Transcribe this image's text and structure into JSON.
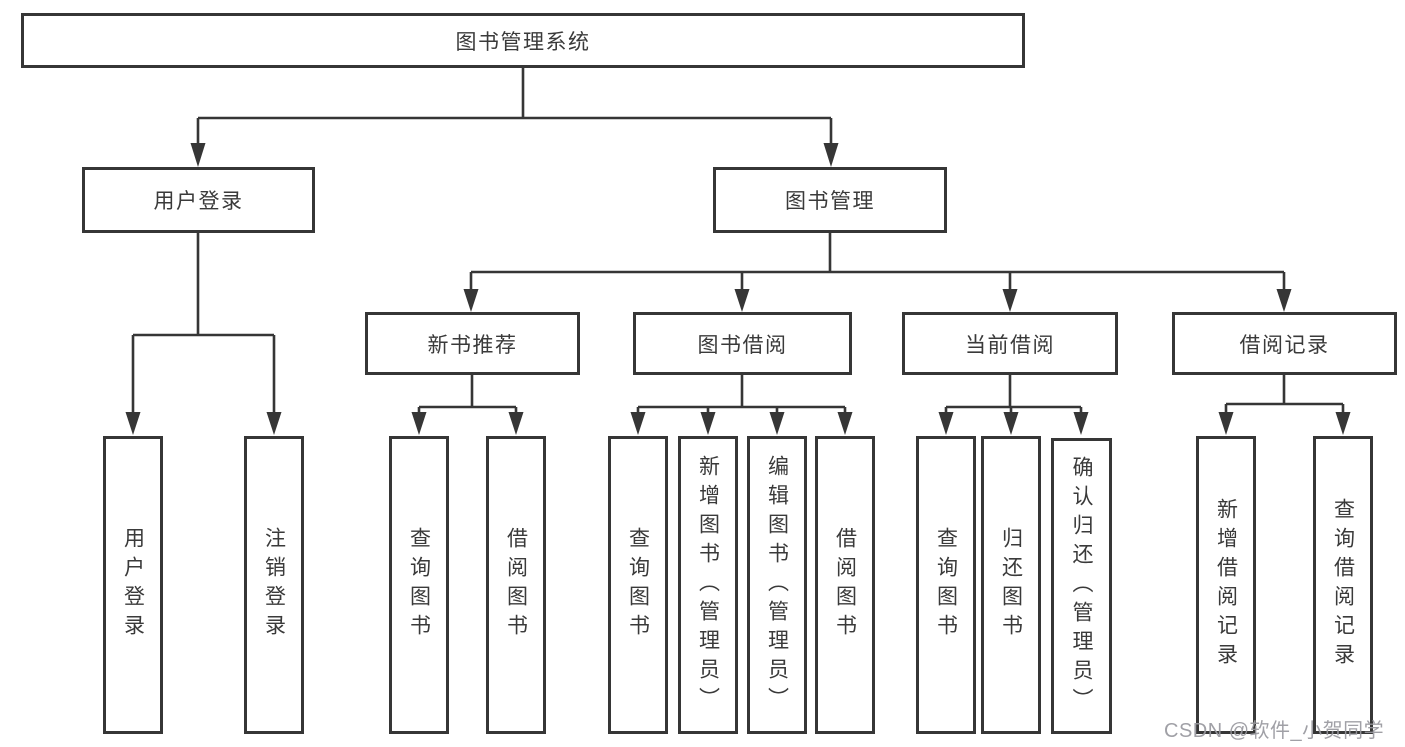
{
  "tree": {
    "root": "图书管理系统",
    "branches": [
      {
        "label": "用户登录",
        "children": [
          "用户登录",
          "注销登录"
        ]
      },
      {
        "label": "图书管理",
        "children": [
          {
            "label": "新书推荐",
            "children": [
              "查询图书",
              "借阅图书"
            ]
          },
          {
            "label": "图书借阅",
            "children": [
              "查询图书",
              "新增图书（管理员）",
              "编辑图书（管理员）",
              "借阅图书"
            ]
          },
          {
            "label": "当前借阅",
            "children": [
              "查询图书",
              "归还图书",
              "确认归还（管理员）"
            ]
          },
          {
            "label": "借阅记录",
            "children": [
              "新增借阅记录",
              "查询借阅记录"
            ]
          }
        ]
      }
    ]
  },
  "watermark": "CSDN @软件_小贺同学",
  "colors": {
    "line": "#363636",
    "box_border": "#363636",
    "text": "#3a3a3a",
    "background": "#ffffff",
    "watermark": "#98989e"
  }
}
